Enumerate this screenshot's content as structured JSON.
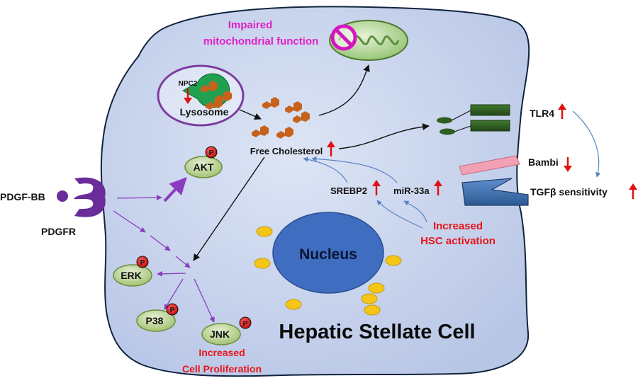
{
  "labels": {
    "impaired_line1": "Impaired",
    "impaired_line2": "mitochondrial function",
    "npc2": "NPC2",
    "lysosome": "Lysosome",
    "tlr4": "TLR4",
    "free_cholesterol": "Free Cholesterol",
    "bambi": "Bambi",
    "tgfb_sensitivity": "TGFβ sensitivity",
    "akt": "AKT",
    "p": "P",
    "srebp2": "SREBP2",
    "mir33a": "miR-33a",
    "pdgf_bb": "PDGF-BB",
    "pdgfr": "PDGFR",
    "increased_hsc_line1": "Increased",
    "increased_hsc_line2": "HSC activation",
    "nucleus": "Nucleus",
    "erk": "ERK",
    "p38": "P38",
    "jnk": "JNK",
    "increased_prolif_line1": "Increased",
    "increased_prolif_line2": "Cell Proliferation",
    "cell_title": "Hepatic Stellate Cell"
  },
  "colors": {
    "cell_fill": "#c9d4ec",
    "cell_stroke": "#10233f",
    "nucleus": "#3f6dc0",
    "vesicle": "#f5c518",
    "cholesterol": "#c7621d",
    "protein_bubble": "#b7cf8e",
    "phospho": "#e01a1a",
    "pdgfr": "#6a2c98",
    "tlr4": "#2f5e22",
    "bambi": "#f2a0b4",
    "tgfb_receptor": "#3a6ea8",
    "npc2": "#20a050",
    "lysosome_ring": "#7b3d9e",
    "arrow_purple": "#8a3cc0",
    "arrow_blue": "#5a83c6",
    "up_down_arrow": "#e01010"
  }
}
